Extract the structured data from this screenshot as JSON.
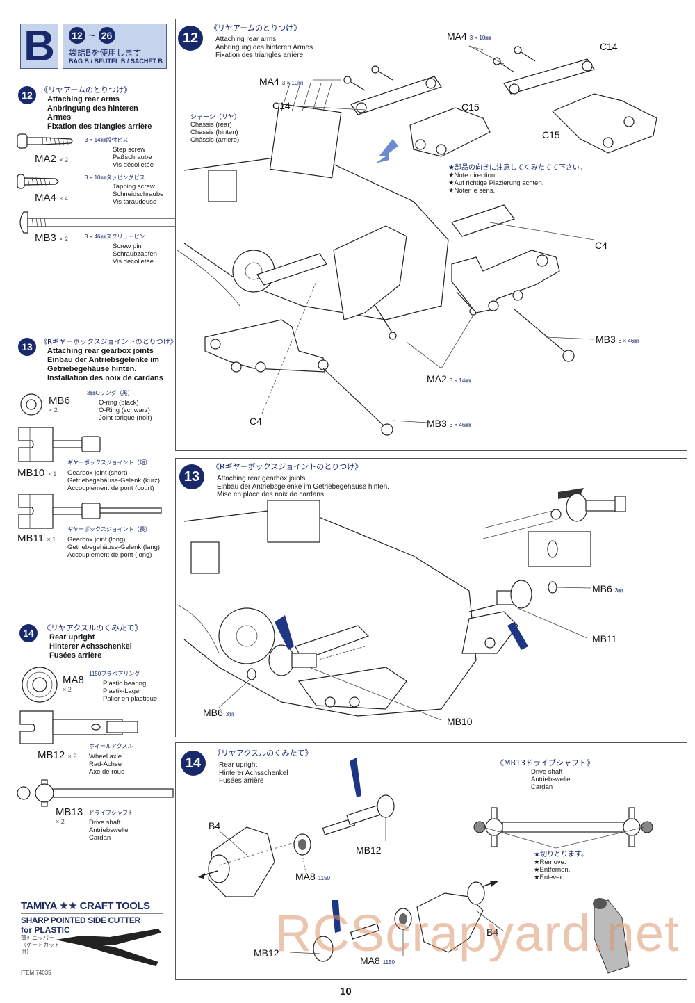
{
  "page_number": "10",
  "watermark": "RCScrapyard.net",
  "bag": {
    "letter": "B",
    "range_from": "12",
    "range_sep": "~",
    "range_to": "26",
    "jp": "袋詰Bを使用します",
    "en": "BAG B / BEUTEL B / SACHET B"
  },
  "sidebar": {
    "steps": [
      {
        "number": "12",
        "jp_title": "《リヤアームのとりつけ》",
        "titles": [
          "Attaching rear arms",
          "Anbringung des hinteren",
          "Armes",
          "Fixation des triangles arrière"
        ],
        "parts": [
          {
            "code": "MA2",
            "qty": "× 2",
            "spec_jp": "3 × 14㎜段付ビス",
            "desc": [
              "Step screw",
              "Paßschraube",
              "Vis décolletée"
            ]
          },
          {
            "code": "MA4",
            "qty": "× 4",
            "spec_jp": "3 × 10㎜タッピングビス",
            "desc": [
              "Tapping screw",
              "Schneidschraube",
              "Vis taraudeuse"
            ]
          },
          {
            "code": "MB3",
            "qty": "× 2",
            "spec_jp": "3 × 46㎜スクリューピン",
            "desc": [
              "Screw pin",
              "Schraubzapfen",
              "Vis décolletée"
            ]
          }
        ]
      },
      {
        "number": "13",
        "jp_title": "《Rギヤーボックスジョイントのとりつけ》",
        "titles": [
          "Attaching rear gearbox joints",
          "Einbau der Antriebsgelenke im",
          "Getriebegehäuse hinten.",
          "Installation des noix de cardans"
        ],
        "parts": [
          {
            "code": "MB6",
            "qty": "× 2",
            "spec_jp": "3㎜Oリング（黒）",
            "desc": [
              "O-ring (black)",
              "O-Ring (schwarz)",
              "Joint torique (noir)"
            ]
          },
          {
            "code": "MB10",
            "qty": "× 1",
            "spec_jp": "ギヤーボックスジョイント（短）",
            "desc": [
              "Gearbox joint (short)",
              "Getriebegehäuse-Gelenk (kurz)",
              "Accouplement de pont (court)"
            ]
          },
          {
            "code": "MB11",
            "qty": "× 1",
            "spec_jp": "ギヤーボックスジョイント（長）",
            "desc": [
              "Gearbox joint (long)",
              "Getriebegehäuse-Gelenk (lang)",
              "Accouplement de pont (long)"
            ]
          }
        ]
      },
      {
        "number": "14",
        "jp_title": "《リヤアクスルのくみたて》",
        "titles": [
          "Rear upright",
          "Hinterer Achsschenkel",
          "Fusées arrière"
        ],
        "parts": [
          {
            "code": "MA8",
            "qty": "× 2",
            "spec_jp": "1150プラベアリング",
            "desc": [
              "Plastic bearing",
              "Plastik-Lager",
              "Palier en plastique"
            ]
          },
          {
            "code": "MB12",
            "qty": "× 2",
            "spec_jp": "ホイールアクスル",
            "desc": [
              "Wheel axle",
              "Rad-Achse",
              "Axe de roue"
            ]
          },
          {
            "code": "MB13",
            "qty": "× 2",
            "spec_jp": "ドライブシャフト",
            "desc": [
              "Drive shaft",
              "Antriebswelle",
              "Cardan"
            ]
          }
        ]
      }
    ],
    "ad": {
      "brand": "TAMIYA ★★ CRAFT TOOLS",
      "product": "SHARP POINTED SIDE CUTTER",
      "product2": "for PLASTIC",
      "jp": "薄刃ニッパー（ゲートカット用）",
      "item": "ITEM  74035"
    }
  },
  "panels": {
    "step12": {
      "number": "12",
      "jp_title": "《リヤアームのとりつけ》",
      "titles": [
        "Attaching rear arms",
        "Anbringung des hinteren Armes",
        "Fixation des triangles arrière"
      ],
      "chassis_jp": "シャーシ（リヤ）",
      "chassis": [
        "Chassis (rear)",
        "Chassis (hinten)",
        "Châssis (arrière)"
      ],
      "note_jp": "★部品の向きに注意してくみたてて下さい。",
      "notes": [
        "★Note direction.",
        "★Auf richtige Plazierung achten.",
        "★Noter le sens."
      ],
      "labels": {
        "ma4_a": "MA4",
        "ma4_a_spec": "3 × 10㎜",
        "ma4_b": "MA4",
        "ma4_b_spec": "3 × 10㎜",
        "c14_a": "C14",
        "c14_b": "C14",
        "c15_a": "C15",
        "c15_b": "C15",
        "c4_a": "C4",
        "c4_b": "C4",
        "mb3_a": "MB3",
        "mb3_a_spec": "3 × 46㎜",
        "mb3_b": "MB3",
        "mb3_b_spec": "3 × 46㎜",
        "ma2": "MA2",
        "ma2_spec": "3 × 14㎜"
      }
    },
    "step13": {
      "number": "13",
      "jp_title": "《Rギヤーボックスジョイントのとりつけ》",
      "titles": [
        "Attaching rear gearbox joints",
        "Einbau der Antriebsgelenke im Getriebegehäuse hinten.",
        "Mise en place des noix de cardans"
      ],
      "labels": {
        "mb6_a": "MB6",
        "mb6_a_spec": "3㎜",
        "mb6_b": "MB6",
        "mb6_b_spec": "3㎜",
        "mb11": "MB11",
        "mb10": "MB10"
      }
    },
    "step14": {
      "number": "14",
      "jp_title": "《リヤアクスルのくみたて》",
      "titles": [
        "Rear upright",
        "Hinterer Achsschenkel",
        "Fusées arrière"
      ],
      "labels": {
        "b4_a": "B4",
        "b4_b": "B4",
        "mb12_a": "MB12",
        "mb12_b": "MB12",
        "ma8_a": "MA8",
        "ma8_a_spec": "1150",
        "ma8_b": "MA8",
        "ma8_b_spec": "1150"
      },
      "driveshaft": {
        "jp_title": "《MB13ドライブシャフト》",
        "titles": [
          "Drive shaft",
          "Antriebswelle",
          "Cardan"
        ],
        "note_jp": "★切りとります。",
        "notes": [
          "★Remove.",
          "★Entfernen.",
          "★Enlever."
        ]
      }
    }
  }
}
